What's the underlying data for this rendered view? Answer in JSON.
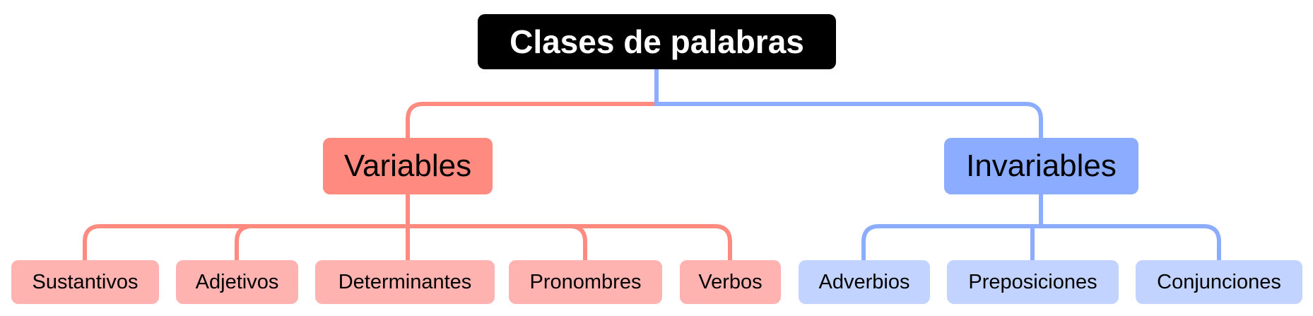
{
  "diagram": {
    "root": {
      "label": "Clases de palabras"
    },
    "branches": [
      {
        "label": "Variables",
        "children": [
          "Sustantivos",
          "Adjetivos",
          "Determinantes",
          "Pronombres",
          "Verbos"
        ]
      },
      {
        "label": "Invariables",
        "children": [
          "Adverbios",
          "Preposiciones",
          "Conjunciones"
        ]
      }
    ]
  },
  "colors": {
    "root_bg": "#000000",
    "root_text": "#ffffff",
    "variables": "#ff8a80",
    "variables_light": "#ffb3b0",
    "invariables": "#8cadff",
    "invariables_light": "#c2d3ff"
  }
}
